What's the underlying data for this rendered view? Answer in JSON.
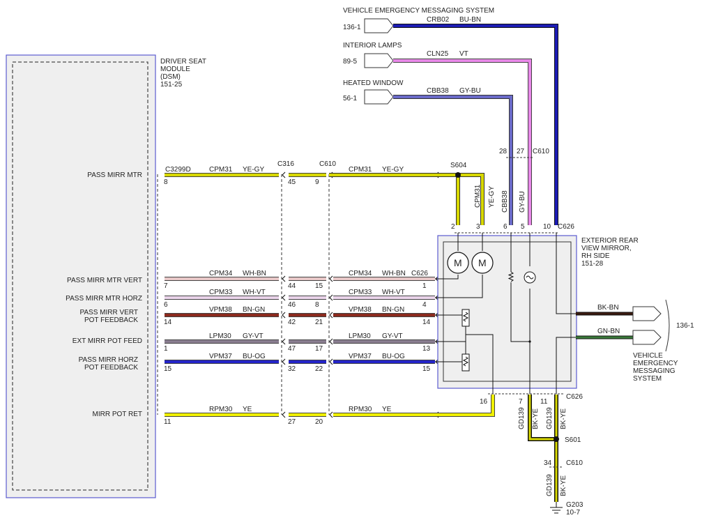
{
  "title": "",
  "dsm": {
    "lines": [
      "DRIVER SEAT",
      "MODULE",
      "(DSM)",
      "151-25"
    ],
    "connector": "C3299D",
    "pin_labels": [
      "PASS MIRR MTR",
      "PASS MIRR MTR VERT",
      "PASS MIRR MTR HORZ",
      [
        "PASS MIRR VERT",
        "POT FEEDBACK"
      ],
      "EXT MIRR POT FEED",
      [
        "PASS MIRR HORZ",
        "POT FEEDBACK"
      ],
      "MIRR POT RET"
    ]
  },
  "connectors": {
    "c316": "C316",
    "c610": "C610",
    "c626": "C626"
  },
  "circuits": [
    {
      "id": "CPM31",
      "color": "YE-GY",
      "dsm_pin": "8",
      "c316_pin": "45",
      "c610_pin": "9",
      "mirror_pin": "",
      "stroke": "#d8d800"
    },
    {
      "id": "CPM34",
      "color": "WH-BN",
      "dsm_pin": "7",
      "c316_pin": "44",
      "c610_pin": "15",
      "mirror_pin": "1",
      "stroke": "#e8c8c8"
    },
    {
      "id": "CPM33",
      "color": "WH-VT",
      "dsm_pin": "6",
      "c316_pin": "46",
      "c610_pin": "8",
      "mirror_pin": "4",
      "stroke": "#ead4ea"
    },
    {
      "id": "VPM38",
      "color": "BN-GN",
      "dsm_pin": "14",
      "c316_pin": "42",
      "c610_pin": "21",
      "mirror_pin": "14",
      "stroke": "#8b2a1e"
    },
    {
      "id": "LPM30",
      "color": "GY-VT",
      "dsm_pin": "1",
      "c316_pin": "47",
      "c610_pin": "17",
      "mirror_pin": "13",
      "stroke": "#8a7e90"
    },
    {
      "id": "VPM37",
      "color": "BU-OG",
      "dsm_pin": "15",
      "c316_pin": "32",
      "c610_pin": "22",
      "mirror_pin": "15",
      "stroke": "#2424c8"
    },
    {
      "id": "RPM30",
      "color": "YE",
      "dsm_pin": "11",
      "c316_pin": "27",
      "c610_pin": "20",
      "mirror_pin": "16",
      "stroke": "#f0f000"
    }
  ],
  "top_sources": [
    {
      "title": "VEHICLE EMERGENCY MESSAGING SYSTEM",
      "ref": "136-1",
      "circuit": "CRB02",
      "color": "BU-BN"
    },
    {
      "title": "INTERIOR LAMPS",
      "ref": "89-5",
      "circuit": "CLN25",
      "color": "VT"
    },
    {
      "title": "HEATED WINDOW",
      "ref": "56-1",
      "circuit": "CBB38",
      "color": "GY-BU"
    }
  ],
  "splice_s604": "S604",
  "vertical_labels": {
    "cpm31_circuit": "CPM31",
    "cpm31_color": "YE-GY",
    "cbb38_circuit": "CBB38",
    "cbb38_color": "GY-BU",
    "gd139_a": "GD139",
    "bkye_a": "BK-YE",
    "gd139_b": "GD139",
    "bkye_b": "BK-YE",
    "gd139_c": "GD139",
    "bkye_c": "BK-YE"
  },
  "pins": {
    "c610_28": "28",
    "c610_27": "27",
    "c626_2": "2",
    "c626_3": "3",
    "c626_6": "6",
    "c626_5": "5",
    "c626_10": "10",
    "c626_7": "7",
    "c626_11": "11",
    "c610_34": "34"
  },
  "mirror": {
    "lines": [
      "EXTERIOR REAR",
      "VIEW MIRROR,",
      "RH SIDE",
      "151-28"
    ],
    "motor_symbol": "M",
    "out1_color": "BK-BN",
    "out2_color": "GN-BN",
    "out_ref": "136-1",
    "vems_lines": [
      "VEHICLE",
      "EMERGENCY",
      "MESSAGING",
      "SYSTEM"
    ]
  },
  "splice_s601": "S601",
  "ground": {
    "name": "G203",
    "ref": "10-7"
  },
  "colors": {
    "box_border": "#5a5ad0",
    "box_fill": "#efefef",
    "yellow": "#f0f000",
    "yellow_gray": "#d8d800",
    "blue_brown": "#1c1cb4",
    "violet": "#e888e8",
    "gray_blue": "#6a6ac8",
    "bk_bn": "#3a1a10",
    "gn_bn": "#3a7a3a",
    "wire_black": "#111111"
  }
}
